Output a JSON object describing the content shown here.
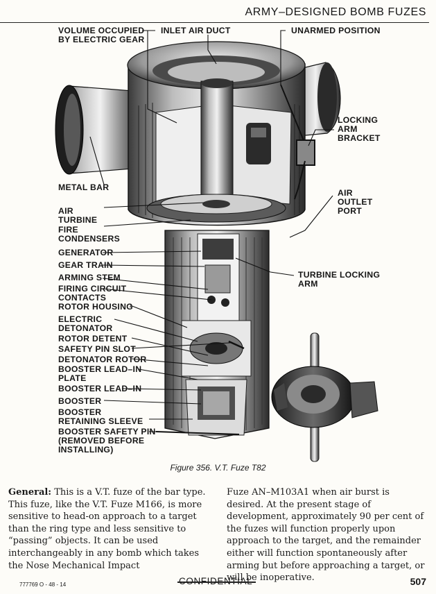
{
  "header": {
    "title": "ARMY–DESIGNED BOMB FUZES"
  },
  "figure": {
    "caption": "Figure 356.  V.T. Fuze T82",
    "labels": {
      "volume_occupied_1": "VOLUME OCCUPIED",
      "volume_occupied_2": "BY ELECTRIC GEAR",
      "inlet_air_duct": "INLET AIR DUCT",
      "unarmed_position": "UNARMED POSITION",
      "locking_arm_bracket_1": "LOCKING",
      "locking_arm_bracket_2": "ARM",
      "locking_arm_bracket_3": "BRACKET",
      "metal_bar": "METAL BAR",
      "air_outlet_port_1": "AIR",
      "air_outlet_port_2": "OUTLET",
      "air_outlet_port_3": "PORT",
      "air_turbine_1": "AIR",
      "air_turbine_2": "TURBINE",
      "fire_condensers_1": "FIRE",
      "fire_condensers_2": "CONDENSERS",
      "generator": "GENERATOR",
      "gear_train": "GEAR TRAIN",
      "arming_stem": "ARMING STEM",
      "firing_circuit_contacts_1": "FIRING CIRCUIT",
      "firing_circuit_contacts_2": "CONTACTS",
      "turbine_locking_arm_1": "TURBINE LOCKING",
      "turbine_locking_arm_2": "ARM",
      "rotor_housing": "ROTOR HOUSING",
      "electric_detonator_1": "ELECTRIC",
      "electric_detonator_2": "DETONATOR",
      "rotor_detent": "ROTOR DETENT",
      "safety_pin_slot": "SAFETY PIN SLOT",
      "detonator_rotor": "DETONATOR ROTOR",
      "booster_lead_in_plate_1": "BOOSTER LEAD–IN",
      "booster_lead_in_plate_2": "PLATE",
      "booster_lead_in": "BOOSTER LEAD–IN",
      "booster": "BOOSTER",
      "booster_retaining_sleeve_1": "BOOSTER",
      "booster_retaining_sleeve_2": "RETAINING SLEEVE",
      "booster_safety_pin_1": "BOOSTER SAFETY PIN",
      "booster_safety_pin_2": "(REMOVED BEFORE",
      "booster_safety_pin_3": "INSTALLING)"
    }
  },
  "body": {
    "left_lead": "General:",
    "left_text": " This is a V.T. fuze of the bar type. This fuze, like the V.T. Fuze M166, is more sensitive to head-on approach to a target than the ring type and less sensitive to “passing” objects. It can be used interchangeably in any bomb which takes the Nose Mechanical Impact",
    "right_text": "Fuze AN–M103A1 when air burst is desired. At the present stage of development, approximately 90 per cent of the fuzes will function properly upon approach to the target, and the remainder either will function spontaneously after arming but before approaching a target, or will be inoperative."
  },
  "footer": {
    "print_code": "777769 O - 48 - 14",
    "classification": "CONFIDENTIAL",
    "page_number": "507"
  }
}
